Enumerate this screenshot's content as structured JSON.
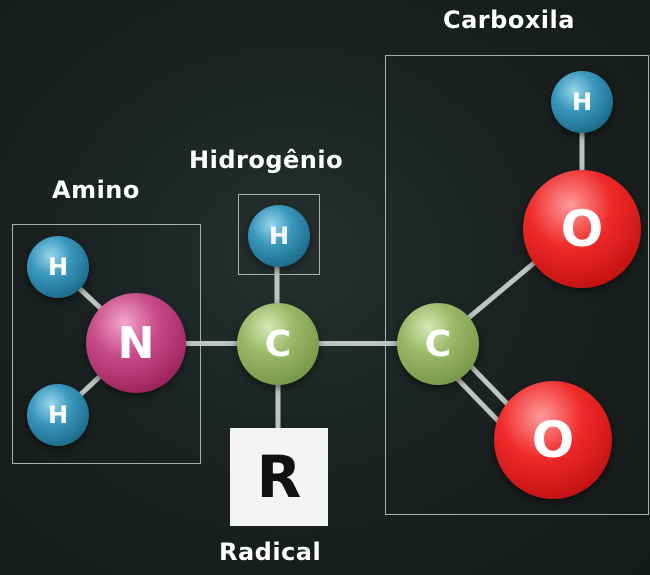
{
  "labels": {
    "amino": "Amino",
    "hidrogenio": "Hidrogênio",
    "carboxila": "Carboxila",
    "radical": "Radical"
  },
  "atoms": {
    "h_amino_top": "H",
    "h_amino_bottom": "H",
    "nitrogen": "N",
    "h_alpha": "H",
    "carbon_alpha": "C",
    "carbon_carboxyl": "C",
    "h_hydroxyl": "H",
    "oxygen_hydroxyl": "O",
    "oxygen_carbonyl": "O"
  },
  "radical_symbol": "R",
  "colors": {
    "background": "#1b2221",
    "hydrogen": "#2b86ab",
    "nitrogen": "#b23572",
    "carbon": "#8aab5a",
    "oxygen": "#e01c1c",
    "bond": "#bfc4c3",
    "box_border": "#a9b0ae",
    "radical_box": "#f4f4f4"
  }
}
